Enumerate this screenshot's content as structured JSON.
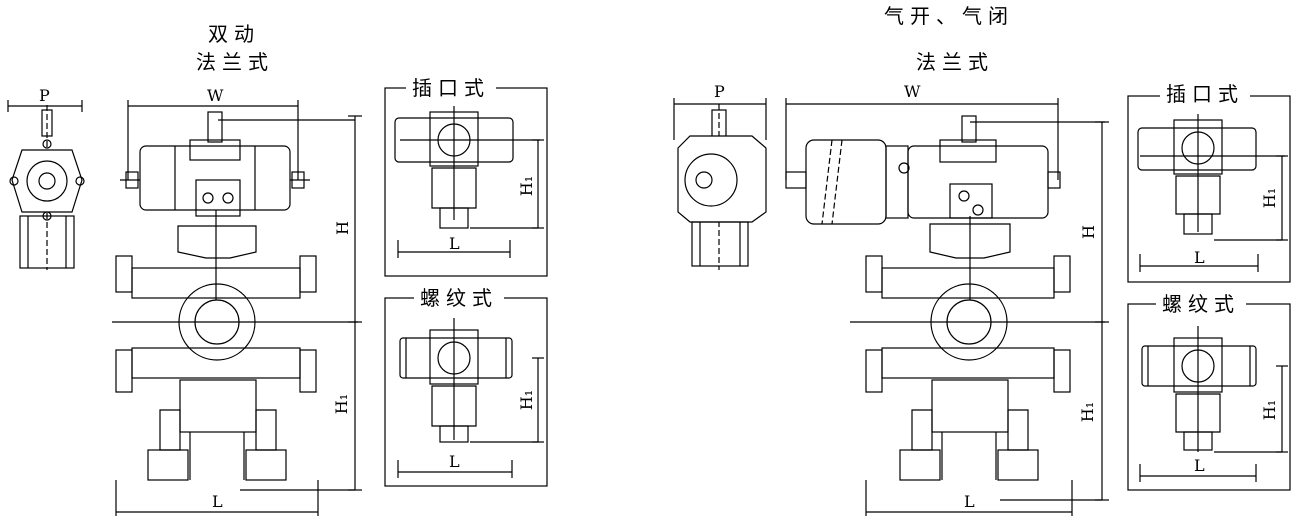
{
  "left": {
    "title_line1": "双动",
    "title_line2": "法兰式",
    "dim_p": "P",
    "dim_w": "W",
    "dim_h": "H",
    "dim_h1": "H₁",
    "dim_l": "L",
    "panel_socket": {
      "title": "插口式",
      "dim_h1": "H₁",
      "dim_l": "L"
    },
    "panel_thread": {
      "title": "螺纹式",
      "dim_h1": "H₁",
      "dim_l": "L"
    }
  },
  "right": {
    "title_line1": "气开、气闭",
    "title_line2": "法兰式",
    "dim_p": "P",
    "dim_w": "W",
    "dim_h": "H",
    "dim_h1": "H₁",
    "dim_l": "L",
    "panel_socket": {
      "title": "插口式",
      "dim_h1": "H₁",
      "dim_l": "L"
    },
    "panel_thread": {
      "title": "螺纹式",
      "dim_h1": "H₁",
      "dim_l": "L"
    }
  }
}
